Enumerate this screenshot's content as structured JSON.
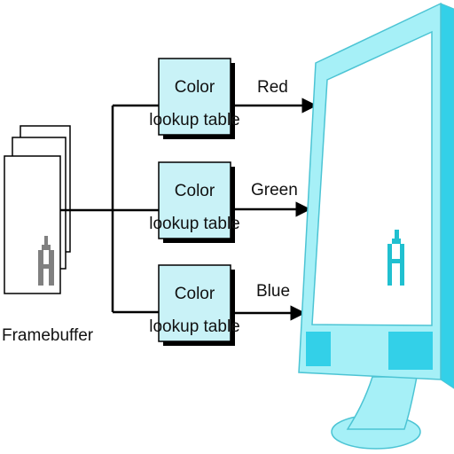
{
  "framebuffer": {
    "label": "Framebuffer"
  },
  "lookup_tables": [
    {
      "line1": "Color",
      "line2": "lookup table",
      "channel": "Red"
    },
    {
      "line1": "Color",
      "line2": "lookup table",
      "channel": "Green"
    },
    {
      "line1": "Color",
      "line2": "lookup table",
      "channel": "Blue"
    }
  ],
  "colors": {
    "lut_fill": "#c9f2f7",
    "monitor_fill": "#a6f0f7",
    "monitor_stroke": "#4cc4d4",
    "monitor_dark": "#33d0e8",
    "screen_fill": "#ffffff",
    "line": "#000000",
    "fb_glyph": "#808080",
    "screen_glyph": "#20c0d0"
  }
}
